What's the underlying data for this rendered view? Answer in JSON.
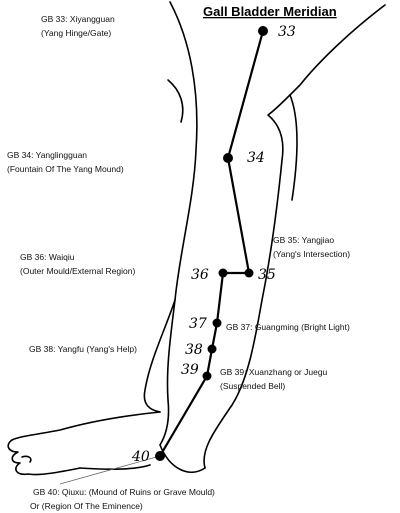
{
  "title": "Gall Bladder Meridian",
  "points": [
    {
      "id": "gb33",
      "number": "33",
      "label_line1": "GB 33: Xiyangguan",
      "label_line2": "(Yang Hinge/Gate)"
    },
    {
      "id": "gb34",
      "number": "34",
      "label_line1": "GB 34: Yanglingguan",
      "label_line2": "(Fountain Of The Yang Mound)"
    },
    {
      "id": "gb35",
      "number": "35",
      "label_line1": "GB 35: Yangjiao",
      "label_line2": "(Yang's Intersection)"
    },
    {
      "id": "gb36",
      "number": "36",
      "label_line1": "GB 36: Waiqiu",
      "label_line2": "(Outer Mould/External Region)"
    },
    {
      "id": "gb37",
      "number": "37",
      "label_line1": "GB 37: Guangming (Bright Light)",
      "label_line2": ""
    },
    {
      "id": "gb38",
      "number": "38",
      "label_line1": "GB 38: Yangfu (Yang's Help)",
      "label_line2": ""
    },
    {
      "id": "gb39",
      "number": "39",
      "label_line1": "GB 39: Xuanzhang or Juegu",
      "label_line2": "(Suspended Bell)"
    },
    {
      "id": "gb40",
      "number": "40",
      "label_line1": "GB 40: Qiuxu: (Mound of Ruins or Grave Mould)",
      "label_line2": "Or (Region Of The Eminence)"
    }
  ]
}
